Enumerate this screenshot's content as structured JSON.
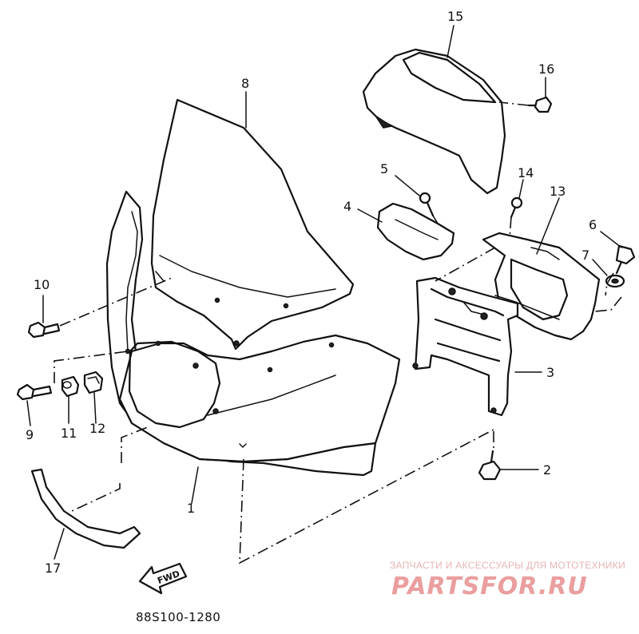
{
  "diagram": {
    "code": "88S100-1280",
    "fwd_label": "FWD",
    "callouts": {
      "n1": "1",
      "n2": "2",
      "n3": "3",
      "n4": "4",
      "n5": "5",
      "n6": "6",
      "n7": "7",
      "n8": "8",
      "n9": "9",
      "n10": "10",
      "n11": "11",
      "n12": "12",
      "n13": "13",
      "n14": "14",
      "n15": "15",
      "n16": "16",
      "n17": "17"
    }
  },
  "watermark": {
    "tagline": "ЗАПЧАСТИ И АКСЕССУАРЫ ДЛЯ МОТОТЕХНИКИ",
    "logo": "PARTSFOR.RU"
  }
}
